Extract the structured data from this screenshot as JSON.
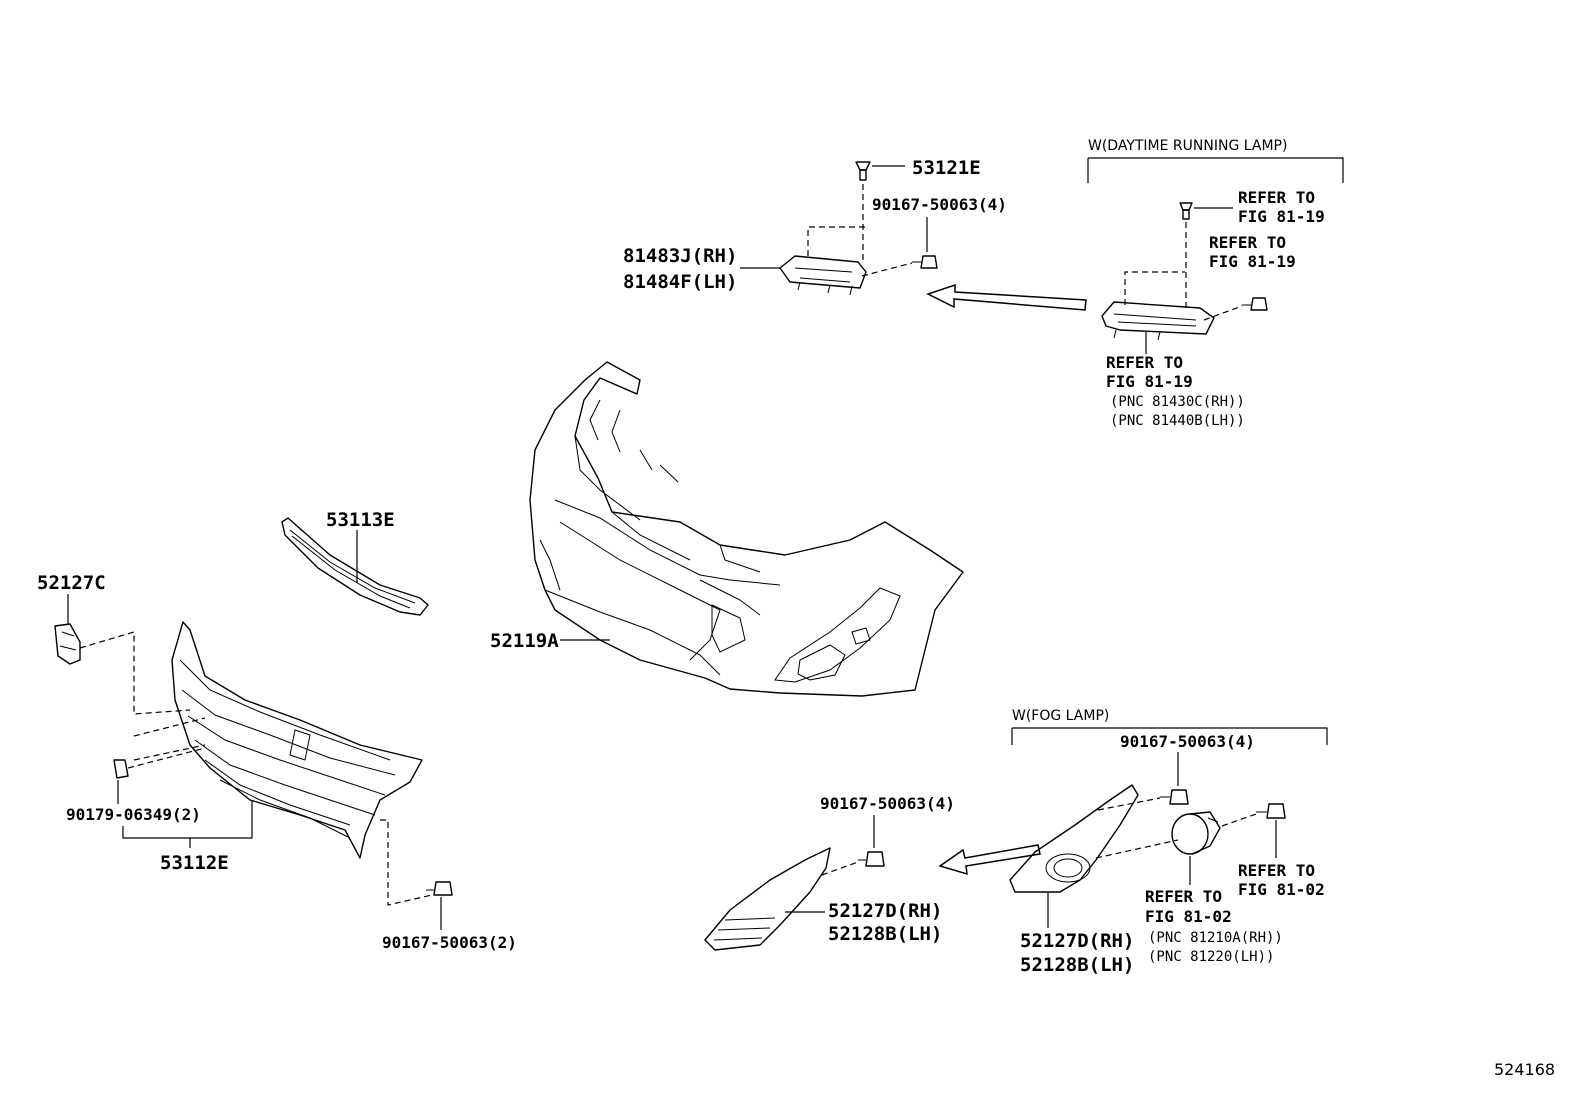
{
  "diagram_number": "524168",
  "groups": {
    "drl": "W(DAYTIME RUNNING LAMP)",
    "fog": "W(FOG LAMP)"
  },
  "labels": {
    "p53121e": "53121E",
    "p90167_top": "90167-50063(4)",
    "p81483j": "81483J(RH)",
    "p81484f": "81484F(LH)",
    "drl_refer1_a": "REFER TO",
    "drl_refer1_b": "FIG 81-19",
    "drl_refer2_a": "REFER TO",
    "drl_refer2_b": "FIG 81-19",
    "drl_refer3_a": "REFER TO",
    "drl_refer3_b": "FIG 81-19",
    "drl_pnc1": "(PNC 81430C(RH))",
    "drl_pnc2": "(PNC 81440B(LH))",
    "p53113e": "53113E",
    "p52119a": "52119A",
    "p52127c": "52127C",
    "p90179": "90179-06349(2)",
    "p53112e": "53112E",
    "p90167_bot": "90167-50063(2)",
    "p90167_mid": "90167-50063(4)",
    "p52127d_a": "52127D(RH)",
    "p52128b_a": "52128B(LH)",
    "p90167_fog": "90167-50063(4)",
    "p52127d_b": "52127D(RH)",
    "p52128b_b": "52128B(LH)",
    "fog_refer1_a": "REFER TO",
    "fog_refer1_b": "FIG 81-02",
    "fog_refer2_a": "REFER TO",
    "fog_refer2_b": "FIG 81-02",
    "fog_pnc1": "(PNC 81210A(RH))",
    "fog_pnc2": "(PNC 81220(LH))"
  }
}
